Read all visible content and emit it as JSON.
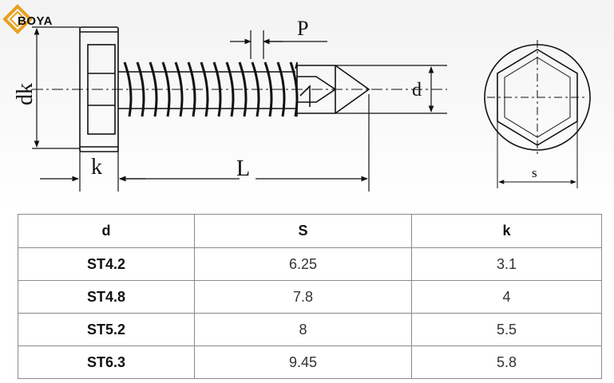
{
  "brand": {
    "name": "BOYA",
    "accent_color": "#e8a020"
  },
  "diagram": {
    "labels": {
      "pitch": "P",
      "diameter": "d",
      "head_diameter": "dk",
      "head_height": "k",
      "length": "L",
      "across_flats": "s"
    }
  },
  "table": {
    "headers": [
      "d",
      "S",
      "k"
    ],
    "rows": [
      [
        "ST4.2",
        "6.25",
        "3.1"
      ],
      [
        "ST4.8",
        "7.8",
        "4"
      ],
      [
        "ST5.2",
        "8",
        "5.5"
      ],
      [
        "ST6.3",
        "9.45",
        "5.8"
      ]
    ]
  }
}
